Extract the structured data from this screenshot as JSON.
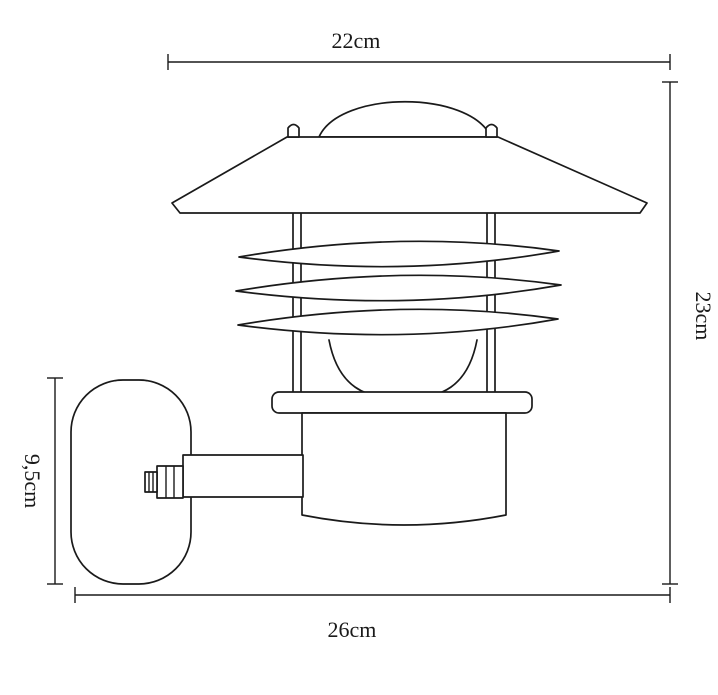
{
  "diagram": {
    "type": "technical-drawing",
    "line_color": "#1a1a1a",
    "background_color": "#ffffff",
    "dimensions": {
      "width_top": "22cm",
      "height_right": "23cm",
      "depth_left": "9,5cm",
      "width_bottom": "26cm"
    }
  }
}
